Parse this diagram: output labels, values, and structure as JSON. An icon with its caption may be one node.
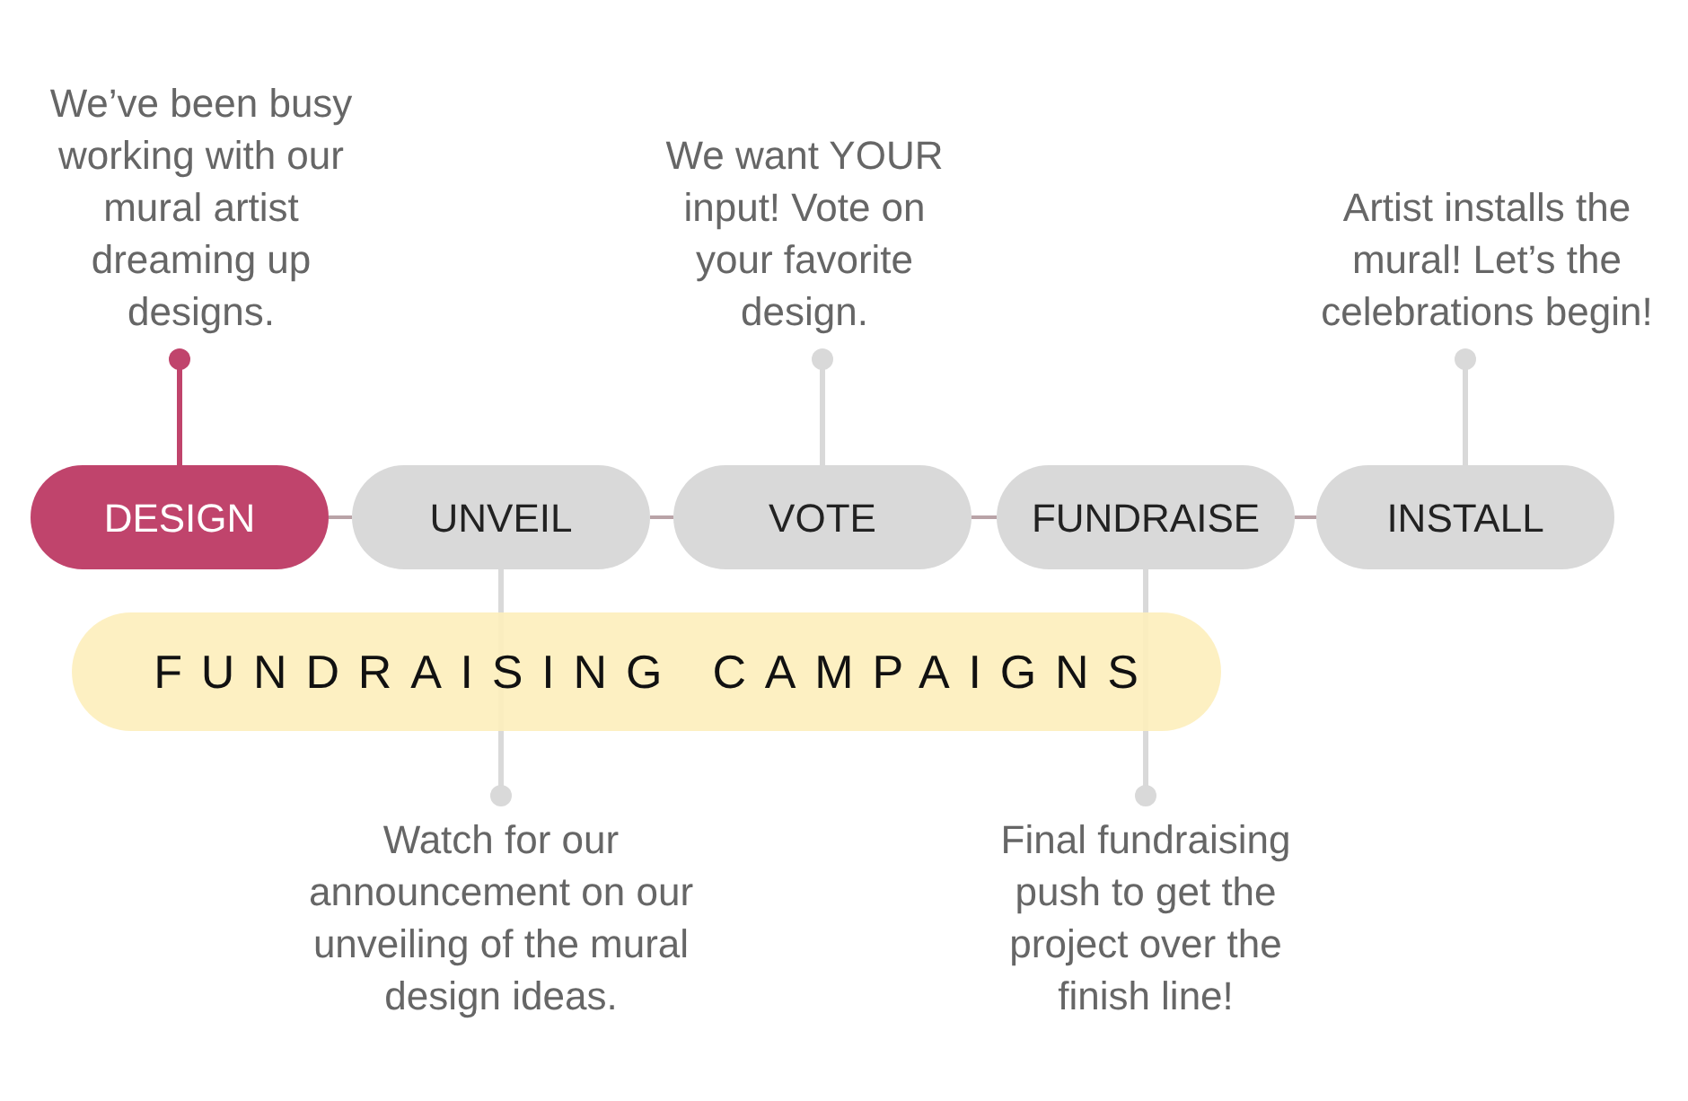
{
  "diagram": {
    "nodes": [
      {
        "text": [
          "DESIGN"
        ]
      },
      {
        "text": [
          "UNVEIL"
        ]
      },
      {
        "text": [
          "VOTE"
        ]
      },
      {
        "text": [
          "FUNDRAISE"
        ]
      },
      {
        "text": [
          "INSTALL"
        ]
      },
      {
        "text": [
          "FUNDRAISING CAMPAIGNS"
        ]
      },
      {
        "text": [
          "We’ve been busy working with our mural artist dreaming up designs."
        ]
      },
      {
        "text": [
          "We want YOUR input! Vote on your favorite design."
        ]
      },
      {
        "text": [
          "Artist installs the mural! Let’s the celebrations begin!"
        ]
      },
      {
        "text": [
          "Watch for our announcement on our unveiling of the mural design ideas."
        ]
      },
      {
        "text": [
          "Final fundraising push to get the project over the finish line!"
        ]
      }
    ],
    "edges": [
      {
        "from": 0,
        "to": 1,
        "arrow": "none"
      },
      {
        "from": 1,
        "to": 2,
        "arrow": "none"
      },
      {
        "from": 2,
        "to": 3,
        "arrow": "none"
      },
      {
        "from": 3,
        "to": 4,
        "arrow": "none"
      },
      {
        "from": 0,
        "to": 6,
        "arrow": "other",
        "color": "#c0446c"
      },
      {
        "from": 2,
        "to": 7,
        "arrow": "other"
      },
      {
        "from": 4,
        "to": 8,
        "arrow": "other"
      },
      {
        "from": 1,
        "to": 9,
        "arrow": "other"
      },
      {
        "from": 3,
        "to": 10,
        "arrow": "other"
      }
    ]
  }
}
